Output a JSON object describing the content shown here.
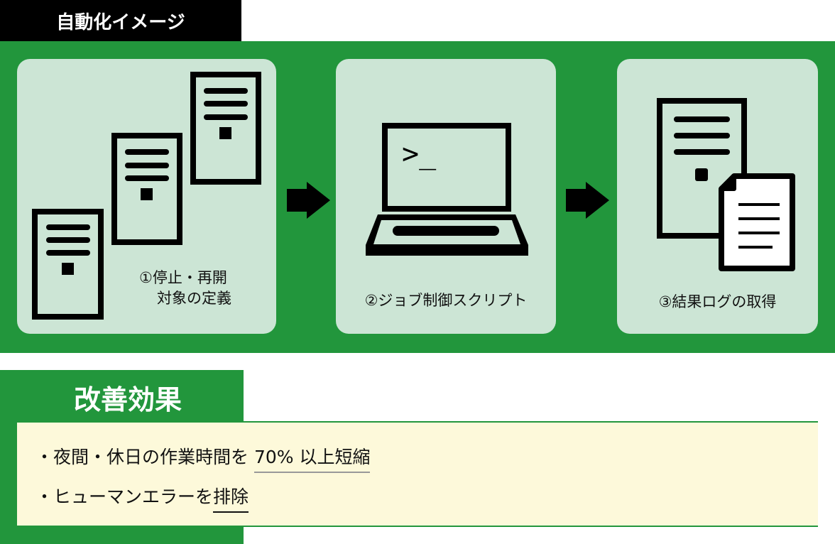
{
  "header": {
    "title": "自動化イメージ"
  },
  "steps": [
    {
      "label_line1": "①停止・再開",
      "label_line2": "対象の定義",
      "icon": "servers-icon"
    },
    {
      "label": "②ジョブ制御スクリプト",
      "icon": "laptop-terminal-icon",
      "prompt": ">_"
    },
    {
      "label": "③結果ログの取得",
      "icon": "server-log-icon"
    }
  ],
  "effects": {
    "title": "改善効果",
    "items": [
      {
        "prefix": "・夜間・休日の作業時間を ",
        "highlight": "70% 以上短縮"
      },
      {
        "prefix": "・ヒューマンエラーを",
        "highlight": "排除"
      }
    ]
  },
  "colors": {
    "green": "#22963c",
    "panel": "#cce5d5",
    "box": "#fdf9da"
  }
}
